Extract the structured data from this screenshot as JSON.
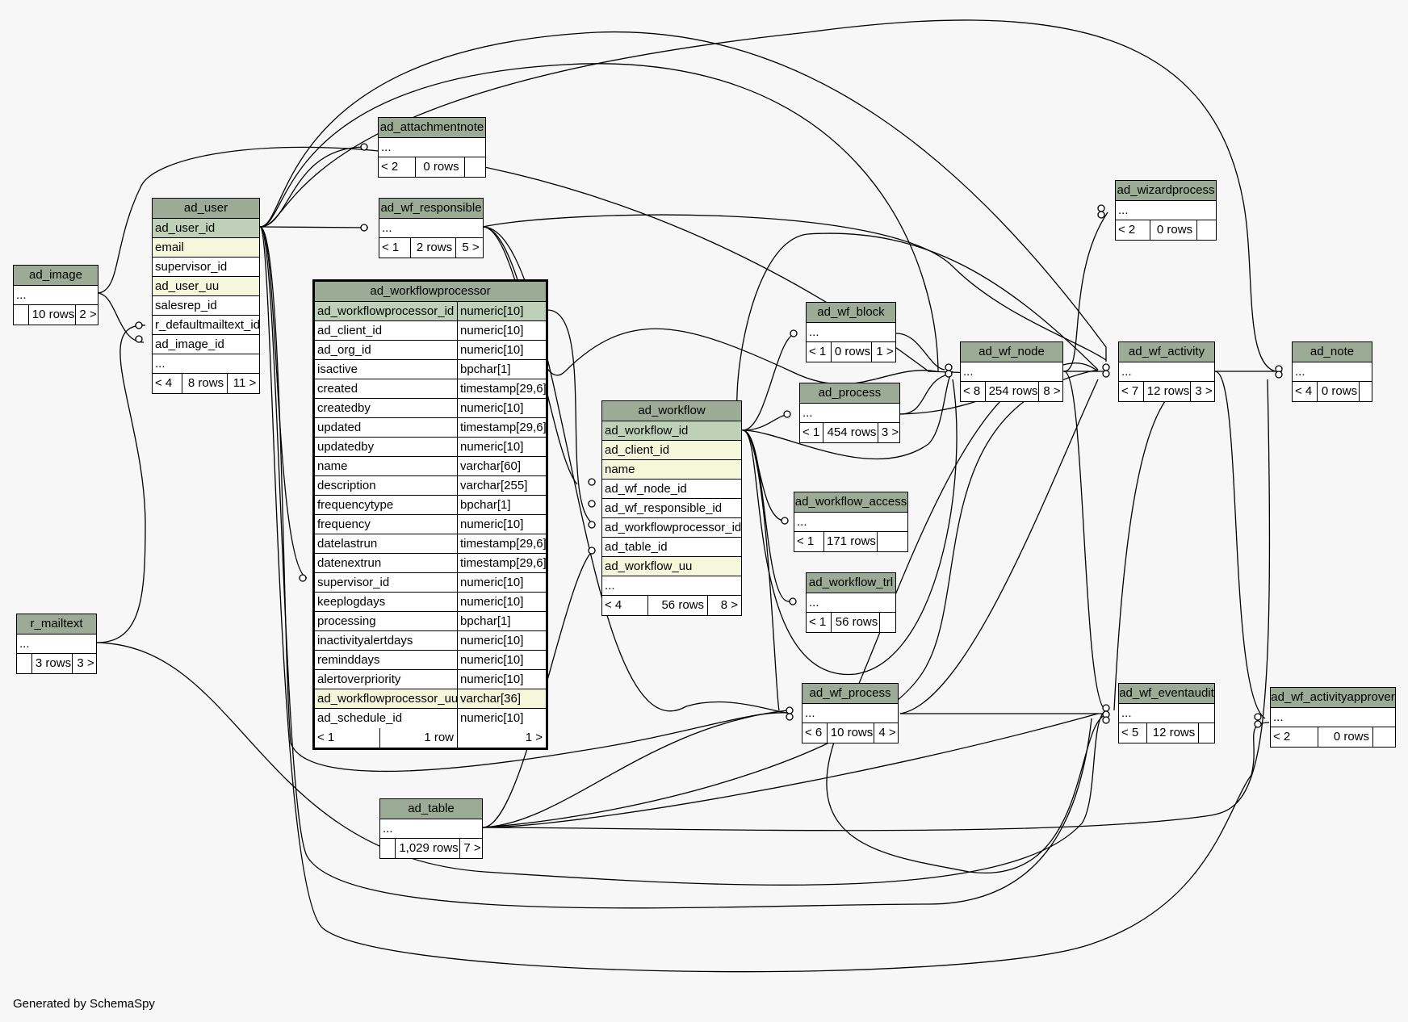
{
  "footer": "Generated by SchemaSpy",
  "tables": {
    "ad_image": {
      "name": "ad_image",
      "rows": [
        "..."
      ],
      "footer": [
        "",
        "10 rows",
        "2 >"
      ]
    },
    "r_mailtext": {
      "name": "r_mailtext",
      "rows": [
        "..."
      ],
      "footer": [
        "",
        "3 rows",
        "3 >"
      ]
    },
    "ad_user": {
      "name": "ad_user",
      "rows": [
        "ad_user_id",
        "email",
        "supervisor_id",
        "ad_user_uu",
        "salesrep_id",
        "r_defaultmailtext_id",
        "ad_image_id",
        "..."
      ],
      "footer": [
        "< 4",
        "8 rows",
        "11 >"
      ]
    },
    "ad_attachmentnote": {
      "name": "ad_attachmentnote",
      "rows": [
        "..."
      ],
      "footer": [
        "< 2",
        "0 rows",
        ""
      ]
    },
    "ad_wf_responsible": {
      "name": "ad_wf_responsible",
      "rows": [
        "..."
      ],
      "footer": [
        "< 1",
        "2 rows",
        "5 >"
      ]
    },
    "ad_workflowprocessor": {
      "name": "ad_workflowprocessor",
      "columns": [
        [
          "ad_workflowprocessor_id",
          "numeric[10]"
        ],
        [
          "ad_client_id",
          "numeric[10]"
        ],
        [
          "ad_org_id",
          "numeric[10]"
        ],
        [
          "isactive",
          "bpchar[1]"
        ],
        [
          "created",
          "timestamp[29,6]"
        ],
        [
          "createdby",
          "numeric[10]"
        ],
        [
          "updated",
          "timestamp[29,6]"
        ],
        [
          "updatedby",
          "numeric[10]"
        ],
        [
          "name",
          "varchar[60]"
        ],
        [
          "description",
          "varchar[255]"
        ],
        [
          "frequencytype",
          "bpchar[1]"
        ],
        [
          "frequency",
          "numeric[10]"
        ],
        [
          "datelastrun",
          "timestamp[29,6]"
        ],
        [
          "datenextrun",
          "timestamp[29,6]"
        ],
        [
          "supervisor_id",
          "numeric[10]"
        ],
        [
          "keeplogdays",
          "numeric[10]"
        ],
        [
          "processing",
          "bpchar[1]"
        ],
        [
          "inactivityalertdays",
          "numeric[10]"
        ],
        [
          "reminddays",
          "numeric[10]"
        ],
        [
          "alertoverpriority",
          "numeric[10]"
        ],
        [
          "ad_workflowprocessor_uu",
          "varchar[36]"
        ],
        [
          "ad_schedule_id",
          "numeric[10]"
        ]
      ],
      "footer": [
        "< 1",
        "1 row",
        "1 >"
      ]
    },
    "ad_workflow": {
      "name": "ad_workflow",
      "rows": [
        "ad_workflow_id",
        "ad_client_id",
        "name",
        "ad_wf_node_id",
        "ad_wf_responsible_id",
        "ad_workflowprocessor_id",
        "ad_table_id",
        "ad_workflow_uu",
        "..."
      ],
      "footer": [
        "< 4",
        "56 rows",
        "8 >"
      ]
    },
    "ad_wf_block": {
      "name": "ad_wf_block",
      "rows": [
        "..."
      ],
      "footer": [
        "< 1",
        "0 rows",
        "1 >"
      ]
    },
    "ad_process": {
      "name": "ad_process",
      "rows": [
        "..."
      ],
      "footer": [
        "< 1",
        "454 rows",
        "3 >"
      ]
    },
    "ad_workflow_access": {
      "name": "ad_workflow_access",
      "rows": [
        "..."
      ],
      "footer": [
        "< 1",
        "171 rows",
        ""
      ]
    },
    "ad_workflow_trl": {
      "name": "ad_workflow_trl",
      "rows": [
        "..."
      ],
      "footer": [
        "< 1",
        "56 rows",
        ""
      ]
    },
    "ad_wf_process": {
      "name": "ad_wf_process",
      "rows": [
        "..."
      ],
      "footer": [
        "< 6",
        "10 rows",
        "4 >"
      ]
    },
    "ad_table": {
      "name": "ad_table",
      "rows": [
        "..."
      ],
      "footer": [
        "",
        "1,029 rows",
        "7 >"
      ]
    },
    "ad_wf_node": {
      "name": "ad_wf_node",
      "rows": [
        "..."
      ],
      "footer": [
        "< 8",
        "254 rows",
        "8 >"
      ]
    },
    "ad_wizardprocess": {
      "name": "ad_wizardprocess",
      "rows": [
        "..."
      ],
      "footer": [
        "< 2",
        "0 rows",
        ""
      ]
    },
    "ad_wf_activity": {
      "name": "ad_wf_activity",
      "rows": [
        "..."
      ],
      "footer": [
        "< 7",
        "12 rows",
        "3 >"
      ]
    },
    "ad_note": {
      "name": "ad_note",
      "rows": [
        "..."
      ],
      "footer": [
        "< 4",
        "0 rows",
        ""
      ]
    },
    "ad_wf_eventaudit": {
      "name": "ad_wf_eventaudit",
      "rows": [
        "..."
      ],
      "footer": [
        "< 5",
        "12 rows",
        ""
      ]
    },
    "ad_wf_activityapprover": {
      "name": "ad_wf_activityapprover",
      "rows": [
        "..."
      ],
      "footer": [
        "< 2",
        "0 rows",
        ""
      ]
    }
  },
  "colors": {
    "header": "#9bab96",
    "primary_key": "#bed1b8",
    "indexed": "#f4f7da",
    "background": "#f7f7f7"
  }
}
